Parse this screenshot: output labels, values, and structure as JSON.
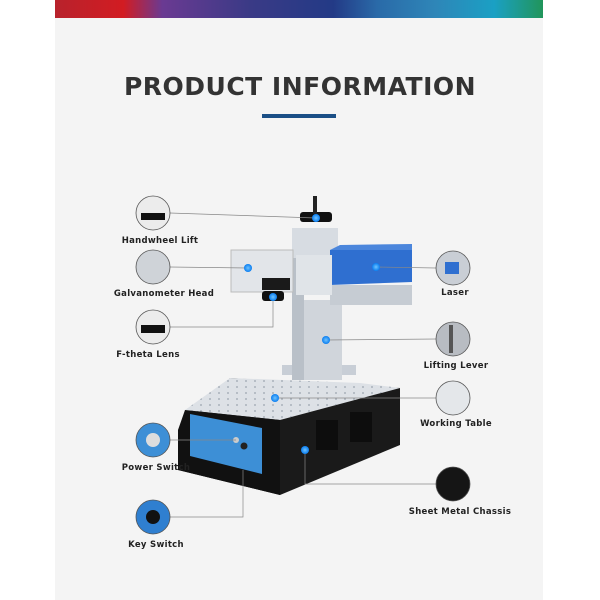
{
  "header": {
    "title": "PRODUCT INFORMATION"
  },
  "callouts": {
    "handwheel_lift": "Handwheel Lift",
    "galvanometer_head": "Galvanometer Head",
    "f_theta_lens": "F-theta Lens",
    "power_switch": "Power Switch",
    "key_switch": "Key Switch",
    "laser": "Laser",
    "lifting_lever": "Lifting Lever",
    "working_table": "Working Table",
    "sheet_metal_chassis": "Sheet Metal Chassis"
  },
  "colors": {
    "accent": "#1b4f86",
    "marker": "#1e90ff",
    "laser_body": "#2f6fd0",
    "chassis": "#1a1a1a"
  }
}
